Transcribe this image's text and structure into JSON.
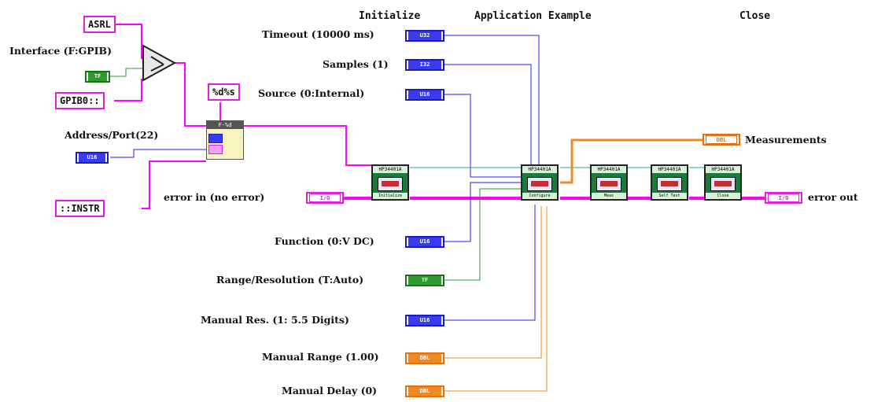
{
  "headers": {
    "initialize": "Initialize",
    "application_example": "Application Example",
    "close": "Close"
  },
  "controls": {
    "timeout": {
      "label": "Timeout (10000 ms)",
      "type": "U32"
    },
    "samples": {
      "label": "Samples (1)",
      "type": "I32"
    },
    "source": {
      "label": "Source (0:Internal)",
      "type": "U16"
    },
    "error_in": {
      "label": "error in (no error)",
      "type": "I/O"
    },
    "function": {
      "label": "Function (0:V DC)",
      "type": "U16"
    },
    "range_resolution": {
      "label": "Range/Resolution (T:Auto)",
      "type": "TF"
    },
    "manual_res": {
      "label": "Manual Res. (1: 5.5 Digits)",
      "type": "U16"
    },
    "manual_range": {
      "label": "Manual Range (1.00)",
      "type": "DBL"
    },
    "manual_delay": {
      "label": "Manual Delay (0)",
      "type": "DBL"
    },
    "interface": {
      "label": "Interface (F:GPIB)",
      "type": "TF"
    },
    "address_port": {
      "label": "Address/Port(22)",
      "type": "U16"
    }
  },
  "constants": {
    "asrl": "ASRL",
    "gpib0": "GPIB0::",
    "instr": "::INSTR",
    "format_spec": "%d%s"
  },
  "indicators": {
    "measurements": {
      "label": "Measurements",
      "type": "DBL"
    },
    "error_out": {
      "label": "error out",
      "type": "I/O"
    }
  },
  "subvis": {
    "initialize": {
      "top": "HP34401A",
      "bottom": "Initialize"
    },
    "configure": {
      "top": "HP34401A",
      "bottom": "Configure"
    },
    "measure": {
      "top": "HP34401A",
      "bottom": "Meas"
    },
    "utility": {
      "top": "HP34401A",
      "bottom": "Self Test"
    },
    "close": {
      "top": "HP34401A",
      "bottom": "Close"
    }
  },
  "colors": {
    "cluster_wire": "#ff00ff",
    "integer_wire": "#2222ee",
    "boolean_wire": "#2a9a2a",
    "float_wire": "#f08a20",
    "refnum_wire": "#2aa0a0"
  }
}
